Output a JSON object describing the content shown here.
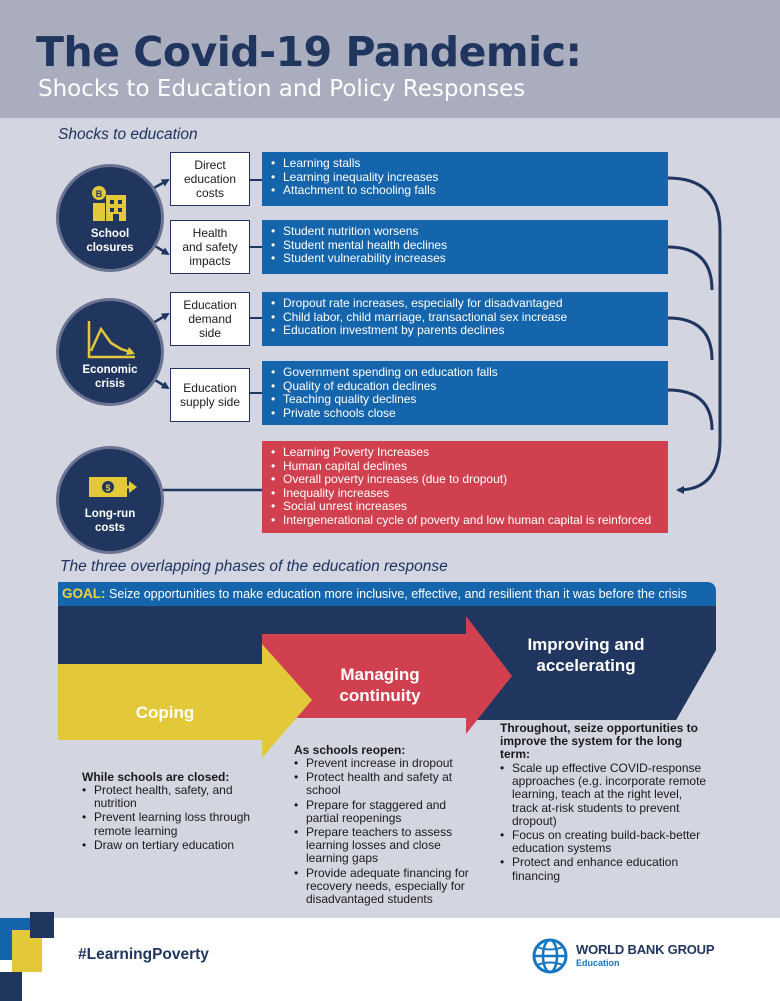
{
  "header": {
    "title": "The Covid-19 Pandemic:",
    "subtitle": "Shocks to Education and Policy Responses"
  },
  "shocks": {
    "section_title": "Shocks to education",
    "causes": [
      {
        "label_line1": "School",
        "label_line2": "closures",
        "icon": "school-building-icon"
      },
      {
        "label_line1": "Economic",
        "label_line2": "crisis",
        "icon": "decline-chart-icon"
      },
      {
        "label_line1": "Long-run",
        "label_line2": "costs",
        "icon": "banknote-icon"
      }
    ],
    "channels": [
      {
        "lines": [
          "Direct",
          "education",
          "costs"
        ]
      },
      {
        "lines": [
          "Health",
          "and safety",
          "impacts"
        ]
      },
      {
        "lines": [
          "Education",
          "demand",
          "side"
        ]
      },
      {
        "lines": [
          "Education",
          "supply side"
        ]
      }
    ],
    "effects": [
      {
        "items": [
          "Learning stalls",
          "Learning inequality increases",
          "Attachment to schooling falls"
        ]
      },
      {
        "items": [
          "Student nutrition worsens",
          "Student mental health declines",
          "Student vulnerability increases"
        ]
      },
      {
        "items": [
          "Dropout rate increases, especially for disadvantaged",
          "Child labor, child marriage, transactional sex increase",
          "Education investment by parents declines"
        ]
      },
      {
        "items": [
          "Government spending on education falls",
          "Quality of education declines",
          "Teaching quality declines",
          "Private schools close"
        ]
      }
    ],
    "long_run": {
      "items": [
        "Learning Poverty Increases",
        "Human capital declines",
        "Overall poverty increases (due to dropout)",
        "Inequality increases",
        "Social unrest increases",
        "Intergenerational cycle of poverty and low human capital is reinforced"
      ]
    }
  },
  "response": {
    "section_title": "The three overlapping phases of the education response",
    "goal_label": "GOAL:",
    "goal_text": "Seize opportunities to make education more inclusive, effective, and resilient than it was before the crisis",
    "phases": [
      {
        "title_lines": [
          "Coping"
        ],
        "heading": "While schools are closed:",
        "items": [
          "Protect health, safety, and nutrition",
          "Prevent learning loss through remote learning",
          "Draw on tertiary education"
        ]
      },
      {
        "title_lines": [
          "Managing",
          "continuity"
        ],
        "heading": "As schools reopen:",
        "items": [
          "Prevent increase in dropout",
          "Protect health and safety at school",
          "Prepare for staggered and partial reopenings",
          "Prepare teachers to assess learning losses and close learning gaps",
          "Provide adequate financing for recovery needs, especially for disadvantaged students"
        ]
      },
      {
        "title_lines": [
          "Improving and",
          "accelerating"
        ],
        "heading": "Throughout, seize opportunities to improve the system for the long term:",
        "items": [
          "Scale up effective COVID-response approaches (e.g. incorporate remote learning, teach at the right level, track at-risk students to prevent dropout)",
          "Focus on creating build-back-better education systems",
          "Protect and enhance education financing"
        ]
      }
    ]
  },
  "footer": {
    "hashtag": "#LearningPoverty",
    "org_name": "WORLD BANK GROUP",
    "org_sub": "Education"
  },
  "colors": {
    "navy": "#20365f",
    "blue": "#1565ad",
    "red": "#d0404f",
    "yellow": "#e3c83a",
    "panel": "#d3d5e0",
    "header": "#a9adbd"
  }
}
